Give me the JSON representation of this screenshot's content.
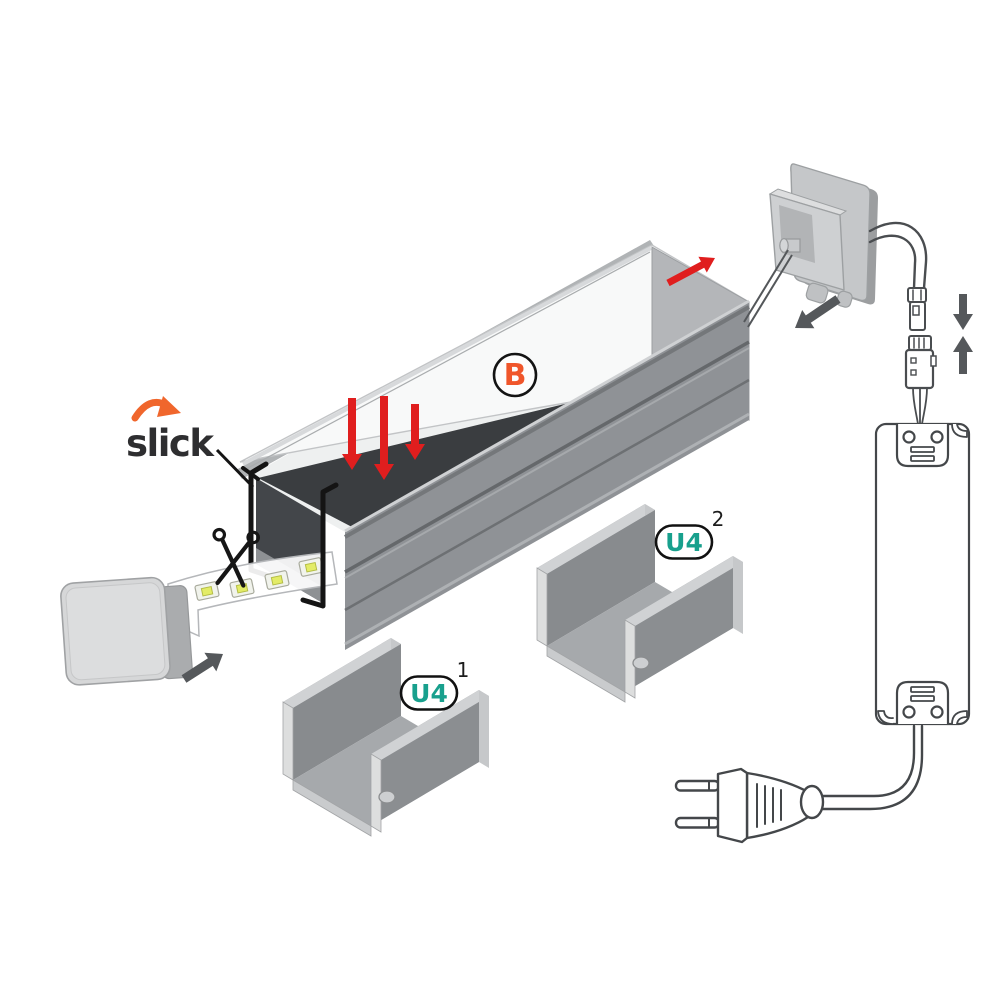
{
  "brand": {
    "name": "slick",
    "text_color": "#2E2E30",
    "arrow_color": "#F0662C"
  },
  "labels": {
    "cover_badge": "B",
    "channel_badge": "U4",
    "channel1_superscript": "1",
    "channel2_superscript": "2"
  },
  "colors": {
    "press_arrow_red": "#E01E1E",
    "badge_orange": "#F0562B",
    "badge_teal": "#18A08D",
    "badge_outline": "#141414",
    "guide_arrow_gray": "#55585B",
    "outline_dark": "#44474A",
    "profile_gray": "#8F9296",
    "diffuser_white": "#F8F9F9"
  },
  "icons": {
    "scissors": "cut LED strip here",
    "press_arrows": "press cover B down",
    "slide_arrow": "slide cover along profile",
    "mating_arrows": "join plug connectors",
    "cap_arrows": "fit end caps"
  }
}
